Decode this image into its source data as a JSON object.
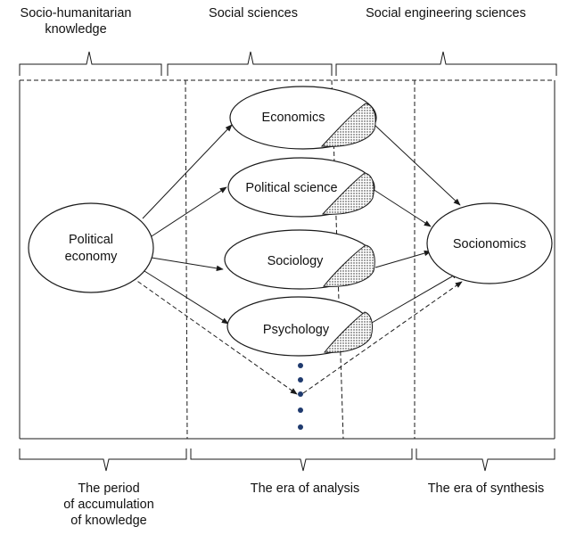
{
  "header": {
    "left_label_line1": "Socio-humanitarian",
    "left_label_line2": "knowledge",
    "middle_label": "Social sciences",
    "right_label": "Social engineering sciences"
  },
  "nodes": {
    "political_economy_line1": "Political",
    "political_economy_line2": "economy",
    "economics": "Economics",
    "political_science": "Political science",
    "sociology": "Sociology",
    "psychology": "Psychology",
    "socionomics": "Socionomics"
  },
  "footer": {
    "left_line1": "The period",
    "left_line2": "of accumulation",
    "left_line3": "of knowledge",
    "middle": "The era of analysis",
    "right": "The era of synthesis"
  },
  "colors": {
    "stroke": "#1a1a1a",
    "dots": "#1f3a6e"
  }
}
